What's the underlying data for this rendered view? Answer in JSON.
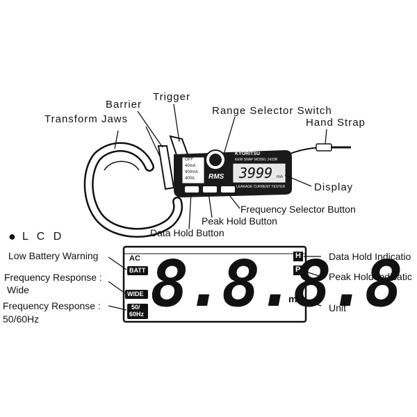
{
  "top_diagram": {
    "callouts": {
      "trigger": "Trigger",
      "barrier": "Barrier",
      "transform_jaws": "Transform Jaws",
      "range_selector_switch": "Range Selector Switch",
      "hand_strap": "Hand Strap",
      "display": "Display",
      "frequency_selector_button": "Frequency Selector Button",
      "peak_hold_button": "Peak Hold Button",
      "data_hold_button": "Data Hold Button"
    },
    "device_text": {
      "brand": "KYORITSU",
      "model": "KEW SNAP MODEL 2433R",
      "range_off": "OFF",
      "range_40ma": "40mA",
      "range_400ma": "400mA",
      "range_400a": "400A",
      "rms": "RMS",
      "tester_name": "LEAKAGE CURRENT TESTER",
      "display_reading": "3999",
      "display_unit": "mA"
    }
  },
  "lcd_section": {
    "header": "L C D",
    "callouts": {
      "low_battery_warning": "Low Battery Warning",
      "freq_wide_line1": "Frequency Response :",
      "freq_wide_line2": "Wide",
      "freq_5060_line1": "Frequency Response :",
      "freq_5060_line2": "50/60Hz",
      "data_hold_indication": "Data Hold Indicatio",
      "peak_hold_indication": "Peak Hold Indicatic",
      "unit": "Unit"
    },
    "lcd_text": {
      "ac": "AC",
      "batt": "BATT",
      "wide": "WIDE",
      "freq_50": "50/",
      "freq_60hz": "60Hz",
      "digits": "8.8.8.8",
      "unit": "mA",
      "hold_icon": "H",
      "peak_icon": "P"
    }
  },
  "colors": {
    "ink": "#111111",
    "paper": "#ffffff",
    "device_dark": "#1a1a1a"
  }
}
